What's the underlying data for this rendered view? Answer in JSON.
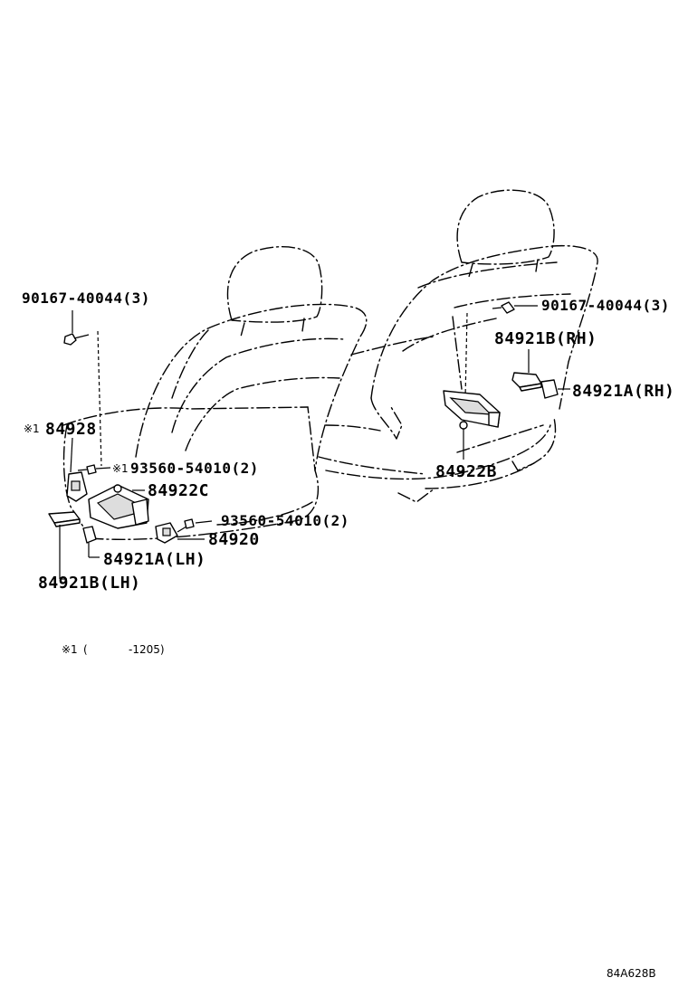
{
  "diagram": {
    "labels": {
      "bolt_lh": "90167-40044(3)",
      "bolt_rh": "90167-40044(3)",
      "cover_b_rh": "84921B(RH)",
      "cover_a_rh": "84921A(RH)",
      "switch_84928": "84928",
      "note_mark_84928": "※1",
      "screw_upper": "93560-54010(2)",
      "note_mark_screw": "※1",
      "bracket_c": "84922C",
      "bracket_b": "84922B",
      "screw_lower": "93560-54010(2)",
      "switch_84920": "84920",
      "cover_a_lh": "84921A(LH)",
      "cover_b_lh": "84921B(LH)"
    },
    "note": {
      "mark": "※1",
      "open_paren": "(",
      "text": "-1205)"
    },
    "drawing_code": "84A628B"
  }
}
